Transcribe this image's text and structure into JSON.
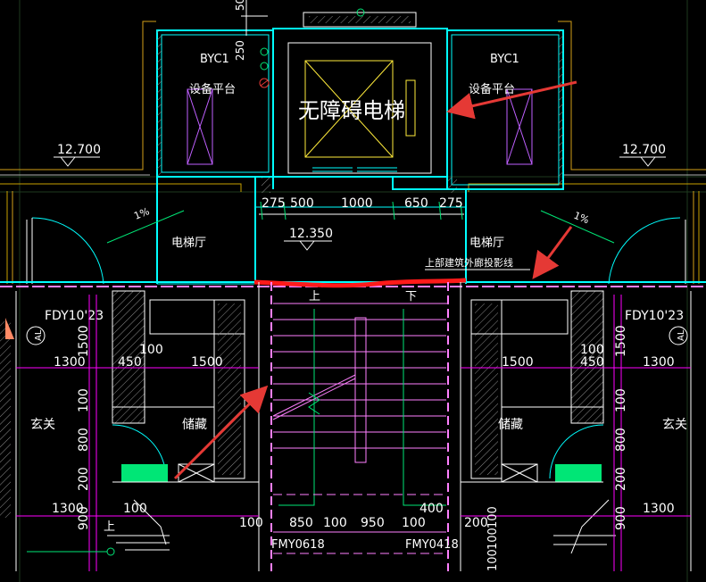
{
  "drawing": {
    "colors": {
      "background": "#000000",
      "wall": "#00ffff",
      "dimension": "#ff00ff",
      "text": "#ffffff",
      "annotation_arrow": "#e53935",
      "hatch": "#9e9e9e",
      "door": "#00e676",
      "stair": "#ff80ff",
      "level_marker": "#ffeb3b"
    },
    "labels": {
      "elevator": "无障碍电梯",
      "equipment_platform_left": "设备平台",
      "equipment_platform_right": "设备平台",
      "byc_left": "BYC1",
      "byc_right": "BYC1",
      "elevator_hall_left": "电梯厅",
      "elevator_hall_right": "电梯厅",
      "upper_projection": "上部建筑外廊投影线",
      "entry_left": "玄关",
      "entry_right": "玄关",
      "storage_left": "储藏",
      "storage_right": "储藏",
      "fdy_left": "FDY10'23",
      "fdy_right": "FDY10'23",
      "fmy_left": "FMY0618",
      "fmy_right": "FMY0418",
      "stair_up": "上",
      "stair_down": "下",
      "up_left": "上",
      "slope_left": "1%",
      "slope_right": "1%",
      "al_left": "AL",
      "al_right": "AL"
    },
    "levels": {
      "left": "12.700",
      "right": "12.700",
      "center": "12.350"
    },
    "dimensions": {
      "top_chain": [
        "275",
        "500",
        "1000",
        "650",
        "275"
      ],
      "top_vertical": [
        "50",
        "250"
      ],
      "left_row1": [
        "1300",
        "450",
        "1500"
      ],
      "left_100": "100",
      "right_row1": [
        "1500",
        "450",
        "1300"
      ],
      "right_100": "100",
      "left_vertical": [
        "1500",
        "100",
        "800",
        "200",
        "900"
      ],
      "right_vertical": [
        "1500",
        "100",
        "800",
        "200",
        "900"
      ],
      "bottom_left": [
        "1300",
        "100"
      ],
      "bottom_mid": [
        "100",
        "850",
        "100",
        "950",
        "100",
        "400"
      ],
      "bottom_right": [
        "200",
        "1300"
      ],
      "bottom_extra": [
        "100",
        "100",
        "100"
      ]
    }
  }
}
